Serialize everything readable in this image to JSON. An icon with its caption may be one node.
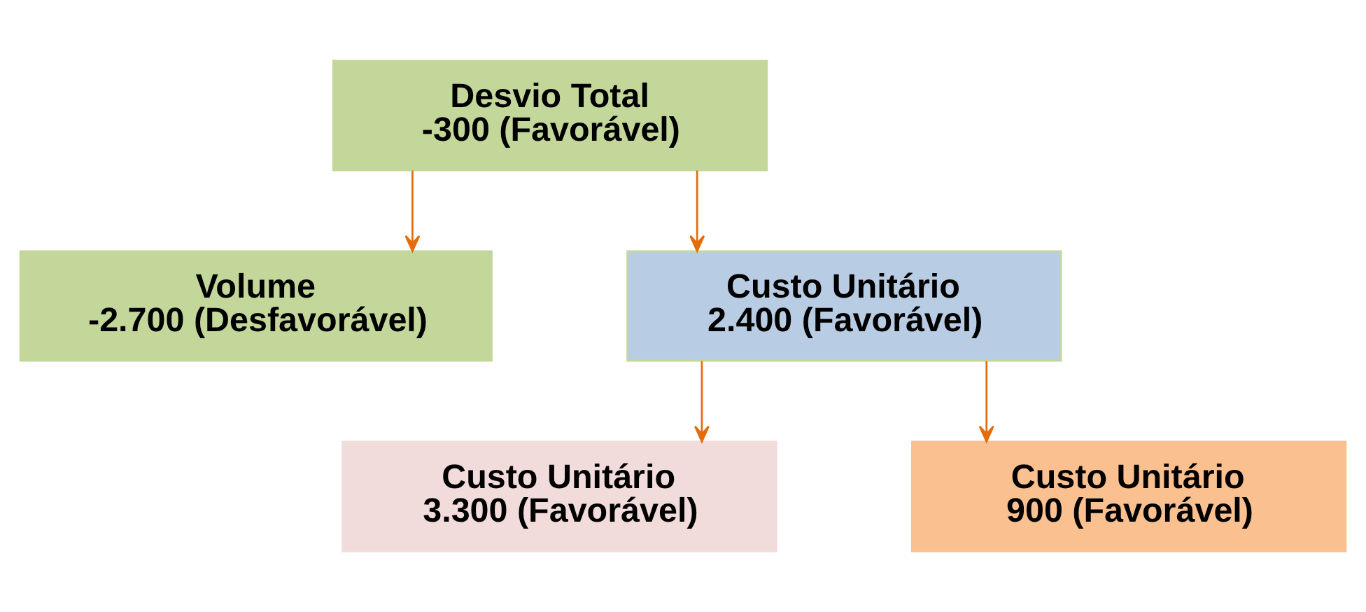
{
  "diagram": {
    "nodes": [
      {
        "text": [
          "Desvio Total",
          "-300 (Favorável)"
        ]
      },
      {
        "text": [
          "Volume",
          "-2.700 (Desfavorável)"
        ]
      },
      {
        "text": [
          "Custo Unitário",
          "2.400 (Favorável)"
        ]
      },
      {
        "text": [
          "Custo Unitário",
          "3.300 (Favorável)"
        ]
      },
      {
        "text": [
          "Custo Unitário",
          "900 (Favorável)"
        ]
      }
    ],
    "edges": [
      {
        "from": 0,
        "to": 1,
        "arrow": "to"
      },
      {
        "from": 0,
        "to": 2,
        "arrow": "to"
      },
      {
        "from": 2,
        "to": 3,
        "arrow": "to"
      },
      {
        "from": 2,
        "to": 4,
        "arrow": "to"
      }
    ]
  }
}
